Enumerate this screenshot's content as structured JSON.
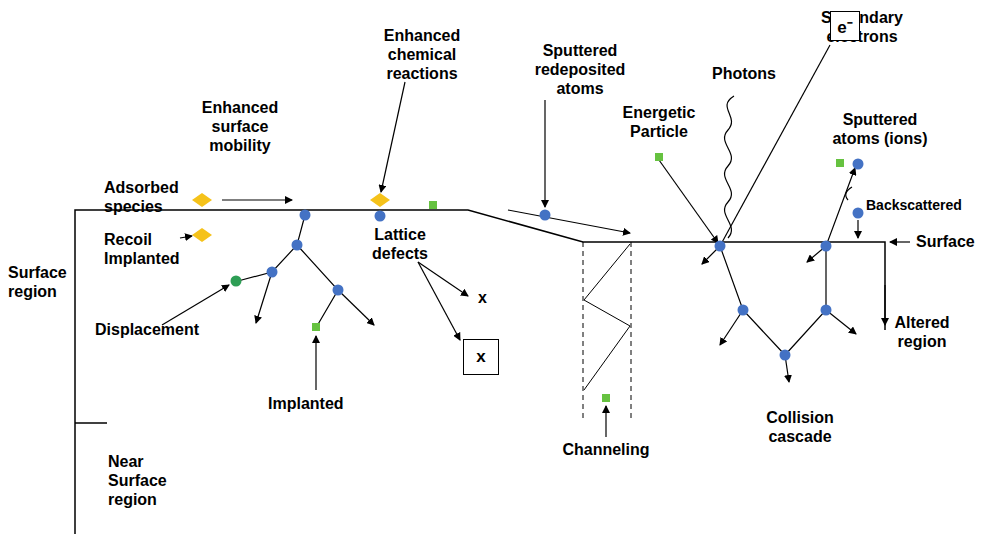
{
  "diagram": {
    "nodes": [
      {
        "text": [
          "e⁻"
        ]
      },
      {
        "text": [
          "x"
        ]
      }
    ],
    "labels": [
      "Enhanced chemical reactions",
      "Secondary electrons",
      "Enhanced surface mobility",
      "Sputtered redeposited atoms",
      "Photons",
      "Energetic Particle",
      "Sputtered atoms (ions)",
      "Adsorbed species",
      "Backscattered",
      "Surface",
      "Recoil Implanted",
      "Lattice defects",
      "Surface region",
      "x",
      "Displacement",
      "Altered region",
      "Implanted",
      "Channeling",
      "Collision cascade",
      "Near Surface region"
    ]
  }
}
